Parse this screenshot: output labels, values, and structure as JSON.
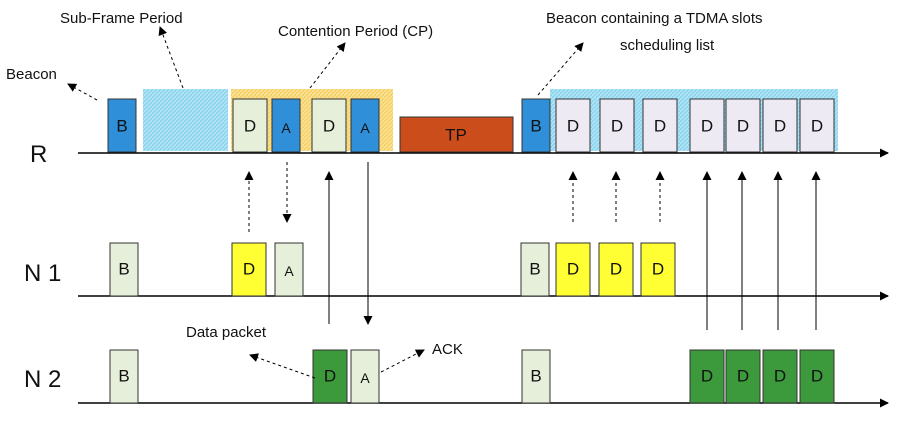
{
  "colors": {
    "beacon_blue": "#2f8fd8",
    "pale_green": "#e6efd9",
    "lavender": "#eeeaf4",
    "yellow": "#ffff33",
    "green": "#3c9a3c",
    "tp_orange": "#cc4d1c",
    "cp_band": "#f6d36a",
    "subframe_hatch": "#8fd6ef"
  },
  "rows": {
    "r": "R",
    "n1": "N 1",
    "n2": "N 2"
  },
  "annotations": {
    "beacon": "Beacon",
    "subframe_period": "Sub-Frame Period",
    "contention_period": "Contention Period (CP)",
    "tdma_line1": "Beacon containing a TDMA slots",
    "tdma_line2": "scheduling list",
    "data_packet": "Data packet",
    "ack": "ACK"
  },
  "blocks": {
    "r": [
      {
        "label": "B",
        "kind": "beacon-blue"
      },
      {
        "label": "D",
        "kind": "pale-green"
      },
      {
        "label": "A",
        "kind": "beacon-blue"
      },
      {
        "label": "D",
        "kind": "pale-green"
      },
      {
        "label": "A",
        "kind": "beacon-blue"
      },
      {
        "label": "TP",
        "kind": "tp"
      },
      {
        "label": "B",
        "kind": "beacon-blue"
      },
      {
        "label": "D",
        "kind": "lavender"
      },
      {
        "label": "D",
        "kind": "lavender"
      },
      {
        "label": "D",
        "kind": "lavender"
      },
      {
        "label": "D",
        "kind": "lavender"
      },
      {
        "label": "D",
        "kind": "lavender"
      },
      {
        "label": "D",
        "kind": "lavender"
      },
      {
        "label": "D",
        "kind": "lavender"
      }
    ],
    "n1": [
      {
        "label": "B",
        "kind": "pale-green"
      },
      {
        "label": "D",
        "kind": "yellow"
      },
      {
        "label": "A",
        "kind": "pale-green"
      },
      {
        "label": "B",
        "kind": "pale-green"
      },
      {
        "label": "D",
        "kind": "yellow"
      },
      {
        "label": "D",
        "kind": "yellow"
      },
      {
        "label": "D",
        "kind": "yellow"
      }
    ],
    "n2": [
      {
        "label": "B",
        "kind": "pale-green"
      },
      {
        "label": "D",
        "kind": "green"
      },
      {
        "label": "A",
        "kind": "pale-green"
      },
      {
        "label": "B",
        "kind": "pale-green"
      },
      {
        "label": "D",
        "kind": "green"
      },
      {
        "label": "D",
        "kind": "green"
      },
      {
        "label": "D",
        "kind": "green"
      },
      {
        "label": "D",
        "kind": "green"
      }
    ]
  }
}
